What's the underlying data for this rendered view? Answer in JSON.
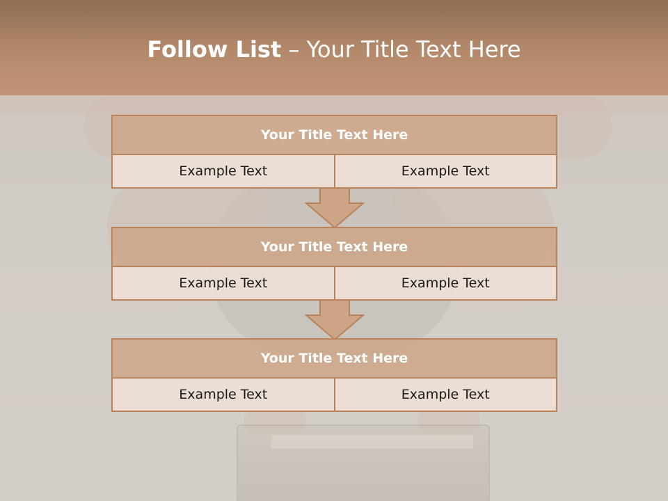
{
  "slide": {
    "title_bold": "Follow List",
    "title_rest": " – Your Title Text Here"
  },
  "blocks": [
    {
      "title": "Your Title Text Here",
      "left": "Example Text",
      "right": "Example Text"
    },
    {
      "title": "Your Title Text Here",
      "left": "Example Text",
      "right": "Example Text"
    },
    {
      "title": "Your Title Text Here",
      "left": "Example Text",
      "right": "Example Text"
    }
  ],
  "colors": {
    "header": "#b48a6b",
    "block_head": "#cda688",
    "block_border": "#b8825a",
    "cell_fill": "#eee0d6",
    "arrow_fill": "#cda688"
  }
}
